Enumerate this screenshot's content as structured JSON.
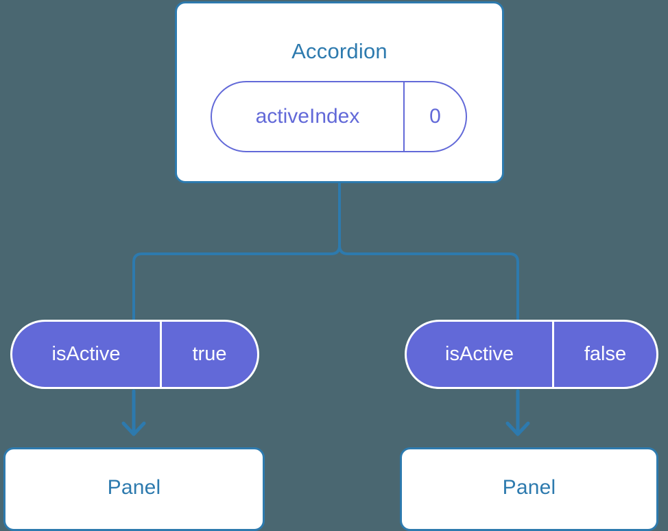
{
  "colors": {
    "background": "#4a6771",
    "accent_blue": "#2d7aae",
    "pill_purple": "#6269d8",
    "card_background": "#ffffff",
    "connector": "#2d7aae"
  },
  "root": {
    "title": "Accordion",
    "prop": {
      "key": "activeIndex",
      "value": "0"
    }
  },
  "branches": [
    {
      "prop": {
        "key": "isActive",
        "value": "true"
      },
      "child": {
        "title": "Panel"
      }
    },
    {
      "prop": {
        "key": "isActive",
        "value": "false"
      },
      "child": {
        "title": "Panel"
      }
    }
  ],
  "icons": {
    "arrow_down": "arrow-down-icon",
    "tree_split": "tree-split-connector-icon"
  }
}
